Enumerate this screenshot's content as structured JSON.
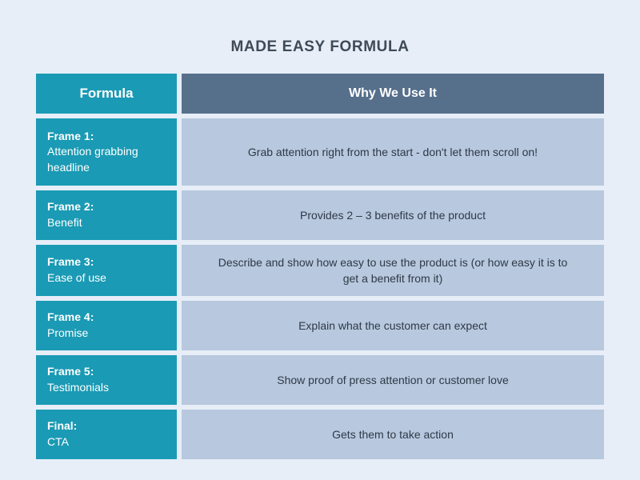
{
  "title": "MADE EASY FORMULA",
  "colors": {
    "background": "#e7eef8",
    "teal": "#1a9ab4",
    "header_slate": "#566f8b",
    "light_cell": "#b8c8de",
    "title_text": "#3f4a57",
    "cell_text": "#2e3947",
    "white_text": "#ffffff"
  },
  "table": {
    "headers": [
      "Formula",
      "Why We Use It"
    ],
    "rows": [
      {
        "label": "Frame 1:",
        "sub": "Attention grabbing headline",
        "why": "Grab attention right from the start - don't let them scroll on!"
      },
      {
        "label": "Frame 2:",
        "sub": "Benefit",
        "why": "Provides 2 – 3 benefits of the product"
      },
      {
        "label": "Frame 3:",
        "sub": "Ease of use",
        "why": "Describe and show how easy to use the product is (or how easy it is to get a benefit from it)"
      },
      {
        "label": "Frame 4:",
        "sub": "Promise",
        "why": "Explain what the customer can expect"
      },
      {
        "label": "Frame 5:",
        "sub": "Testimonials",
        "why": "Show proof of press attention or customer love"
      },
      {
        "label": "Final:",
        "sub": "CTA",
        "why": "Gets them to take action"
      }
    ]
  },
  "chart_data": {
    "type": "table",
    "title": "MADE EASY FORMULA",
    "columns": [
      "Formula",
      "Why We Use It"
    ],
    "rows": [
      [
        "Frame 1: Attention grabbing headline",
        "Grab attention right from the start - don't let them scroll on!"
      ],
      [
        "Frame 2: Benefit",
        "Provides 2 – 3 benefits of the product"
      ],
      [
        "Frame 3: Ease of use",
        "Describe and show how easy to use the product is (or how easy it is to get a benefit from it)"
      ],
      [
        "Frame 4: Promise",
        "Explain what the customer can expect"
      ],
      [
        "Frame 5: Testimonials",
        "Show proof of press attention or customer love"
      ],
      [
        "Final: CTA",
        "Gets them to take action"
      ]
    ],
    "layout": "two-column formula table, teal left column, slate header, light blue body cells, row gaps"
  }
}
